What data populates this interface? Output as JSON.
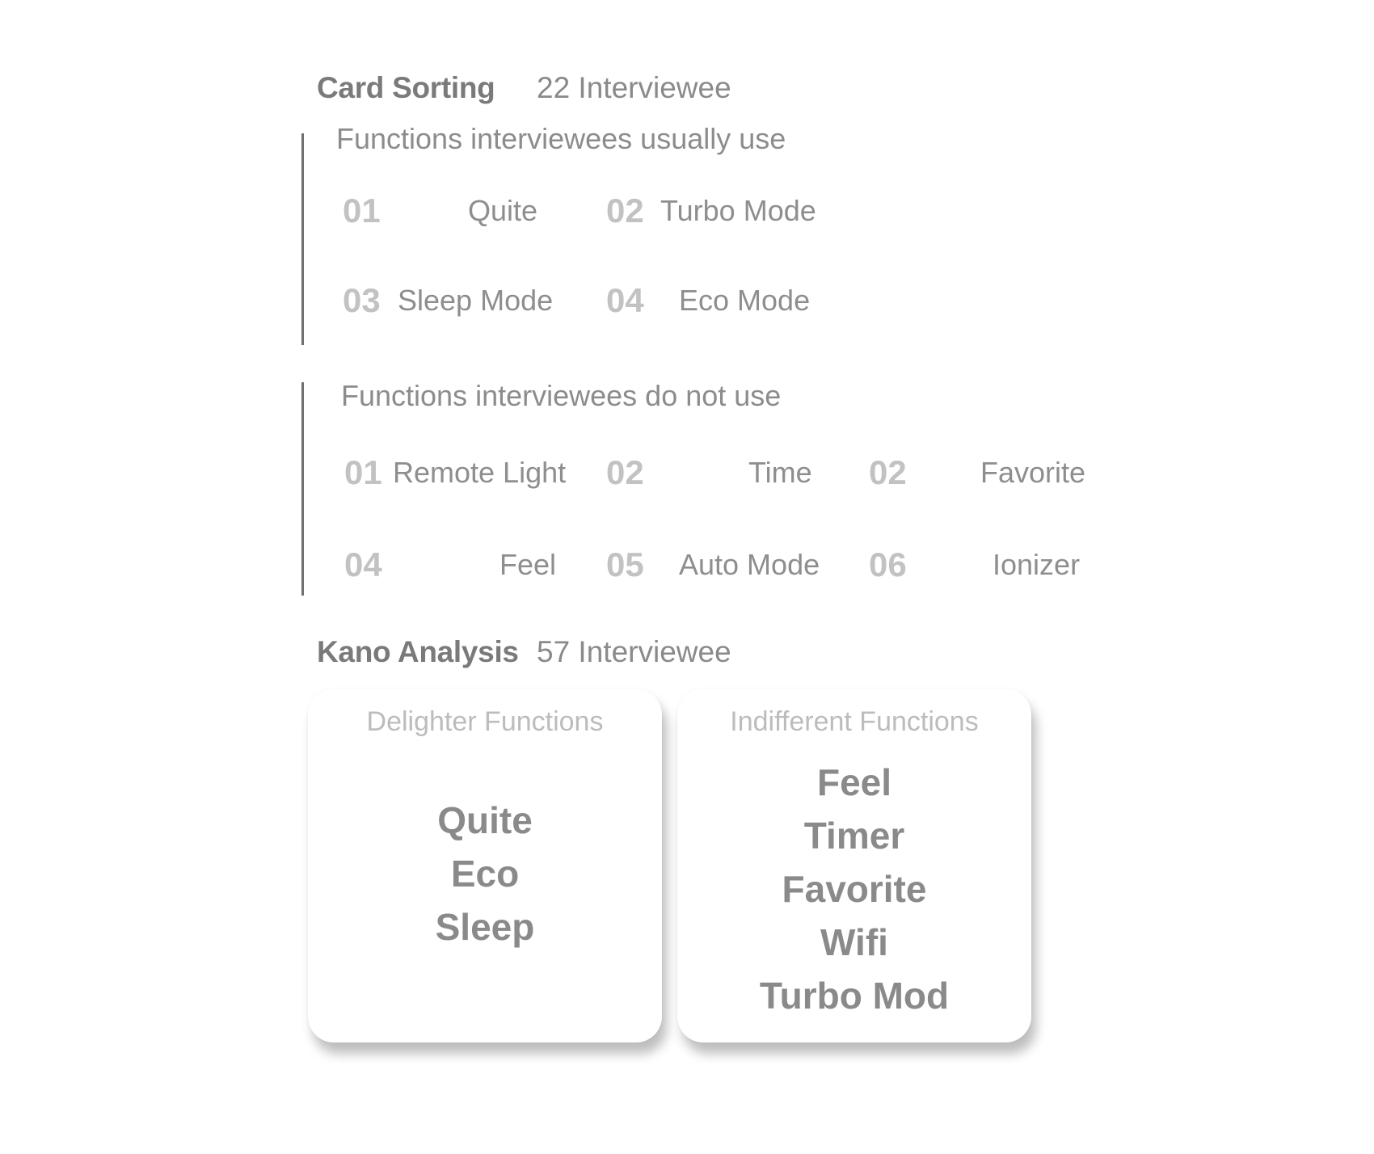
{
  "card_sorting": {
    "title": "Card Sorting",
    "interviewees": "22 Interviewee",
    "usually_use": {
      "title": "Functions interviewees usually use",
      "items": [
        {
          "num": "01",
          "label": "Quite"
        },
        {
          "num": "02",
          "label": "Turbo Mode"
        },
        {
          "num": "03",
          "label": "Sleep Mode"
        },
        {
          "num": "04",
          "label": "Eco Mode"
        }
      ]
    },
    "do_not_use": {
      "title": "Functions interviewees do not use",
      "items": [
        {
          "num": "01",
          "label": "Remote Light"
        },
        {
          "num": "02",
          "label": "Time"
        },
        {
          "num": "02",
          "label": "Favorite"
        },
        {
          "num": "04",
          "label": "Feel"
        },
        {
          "num": "05",
          "label": "Auto Mode"
        },
        {
          "num": "06",
          "label": "Ionizer"
        }
      ]
    }
  },
  "kano_analysis": {
    "title": "Kano Analysis",
    "interviewees": "57 Interviewee",
    "delighter": {
      "title": "Delighter Functions",
      "items": [
        "Quite",
        "Eco",
        "Sleep"
      ]
    },
    "indifferent": {
      "title": "Indifferent Functions",
      "items": [
        "Feel",
        "Timer",
        "Favorite",
        "Wifi",
        "Turbo Mod"
      ]
    }
  }
}
